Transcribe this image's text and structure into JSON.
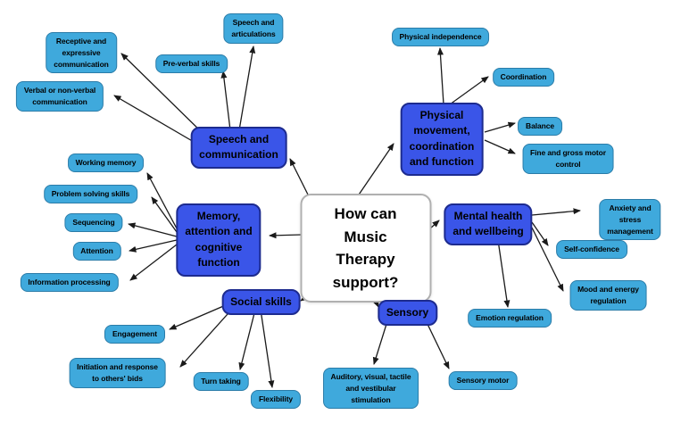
{
  "colors": {
    "main_fill": "#3a55e8",
    "main_border": "#1d2b8f",
    "sub_fill": "#3fa9dc",
    "sub_border": "#2b7ca8",
    "center_fill": "#ffffff",
    "center_border": "#b0b0b0",
    "arrow": "#1a1a1a",
    "text": "#000000",
    "background": "#ffffff"
  },
  "center": {
    "label": "How can\nMusic Therapy\nsupport?"
  },
  "branches": [
    {
      "label": "Speech and\ncommunication",
      "children": [
        {
          "label": "Speech and\narticulations"
        },
        {
          "label": "Pre-verbal skills"
        },
        {
          "label": "Receptive and\nexpressive\ncommunication"
        },
        {
          "label": "Verbal or non-verbal\ncommunication"
        }
      ]
    },
    {
      "label": "Physical\nmovement,\ncoordination\nand function",
      "children": [
        {
          "label": "Physical independence"
        },
        {
          "label": "Coordination"
        },
        {
          "label": "Balance"
        },
        {
          "label": "Fine and gross motor\ncontrol"
        }
      ]
    },
    {
      "label": "Memory,\nattention and\ncognitive\nfunction",
      "children": [
        {
          "label": "Working memory"
        },
        {
          "label": "Problem solving skills"
        },
        {
          "label": "Sequencing"
        },
        {
          "label": "Attention"
        },
        {
          "label": "Information processing"
        }
      ]
    },
    {
      "label": "Mental health\nand wellbeing",
      "children": [
        {
          "label": "Anxiety and stress\nmanagement"
        },
        {
          "label": "Self-confidence"
        },
        {
          "label": "Mood and energy\nregulation"
        },
        {
          "label": "Emotion regulation"
        }
      ]
    },
    {
      "label": "Social skills",
      "children": [
        {
          "label": "Engagement"
        },
        {
          "label": "Initiation and response\nto others' bids"
        },
        {
          "label": "Turn taking"
        },
        {
          "label": "Flexibility"
        }
      ]
    },
    {
      "label": "Sensory",
      "children": [
        {
          "label": "Auditory, visual, tactile\nand vestibular\nstimulation"
        },
        {
          "label": "Sensory motor"
        }
      ]
    }
  ]
}
